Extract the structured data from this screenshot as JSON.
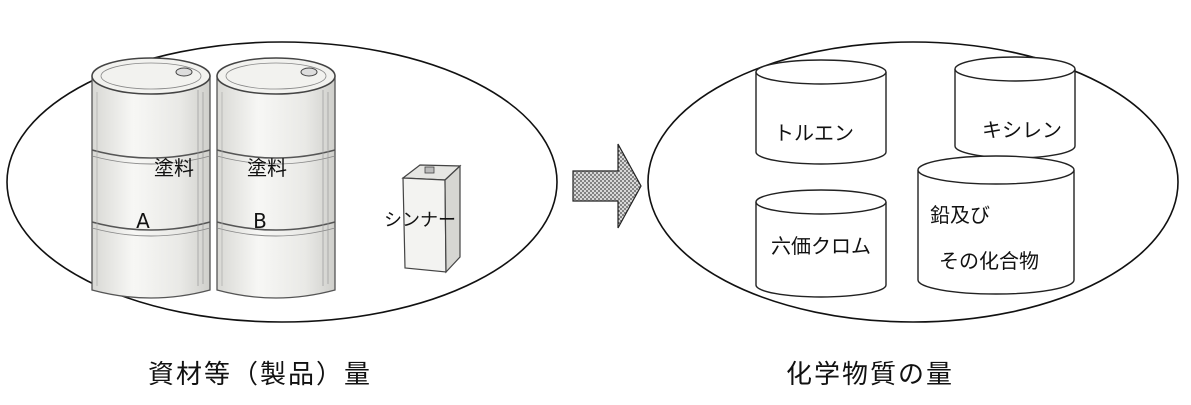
{
  "left_group": {
    "drum_a": {
      "line1": "塗料",
      "line2": "A"
    },
    "drum_b": {
      "line1": "塗料",
      "line2": "B"
    },
    "can": {
      "label": "シンナー"
    },
    "caption": "資材等（製品）量"
  },
  "right_group": {
    "toluene": "トルエン",
    "xylene": "キシレン",
    "chromium": "六価クロム",
    "lead_line1": "鉛及び",
    "lead_line2": "その化合物",
    "caption": "化学物質の量"
  },
  "colors": {
    "stroke": "#111111",
    "drum_fill": "#f4f4f2",
    "arrow_fill": "#9a9a9a"
  }
}
